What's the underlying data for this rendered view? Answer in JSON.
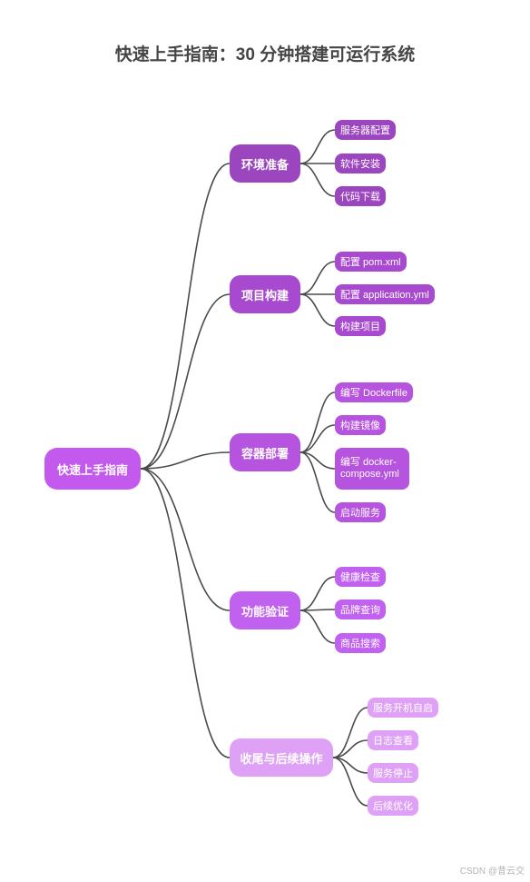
{
  "title": "快速上手指南：30 分钟搭建可运行系统",
  "root": "快速上手指南",
  "branches": [
    {
      "label": "环境准备",
      "children": [
        "服务器配置",
        "软件安装",
        "代码下载"
      ]
    },
    {
      "label": "项目构建",
      "children": [
        "配置 pom.xml",
        "配置 application.yml",
        "构建项目"
      ]
    },
    {
      "label": "容器部署",
      "children": [
        "编写 Dockerfile",
        "构建镜像",
        "编写 docker-compose.yml",
        "启动服务"
      ]
    },
    {
      "label": "功能验证",
      "children": [
        "健康检查",
        "品牌查询",
        "商品搜索"
      ]
    },
    {
      "label": "收尾与后续操作",
      "children": [
        "服务开机自启",
        "日志查看",
        "服务停止",
        "后续优化"
      ]
    }
  ],
  "watermark": "CSDN @昔云交",
  "colors": {
    "line": "#4a4a4a",
    "branch_1": "#9b45bf",
    "branch_2": "#a84ad0",
    "branch_3": "#b653df",
    "branch_4": "#c061ef",
    "branch_5": "#dea1f5",
    "root": "#c459ee"
  }
}
